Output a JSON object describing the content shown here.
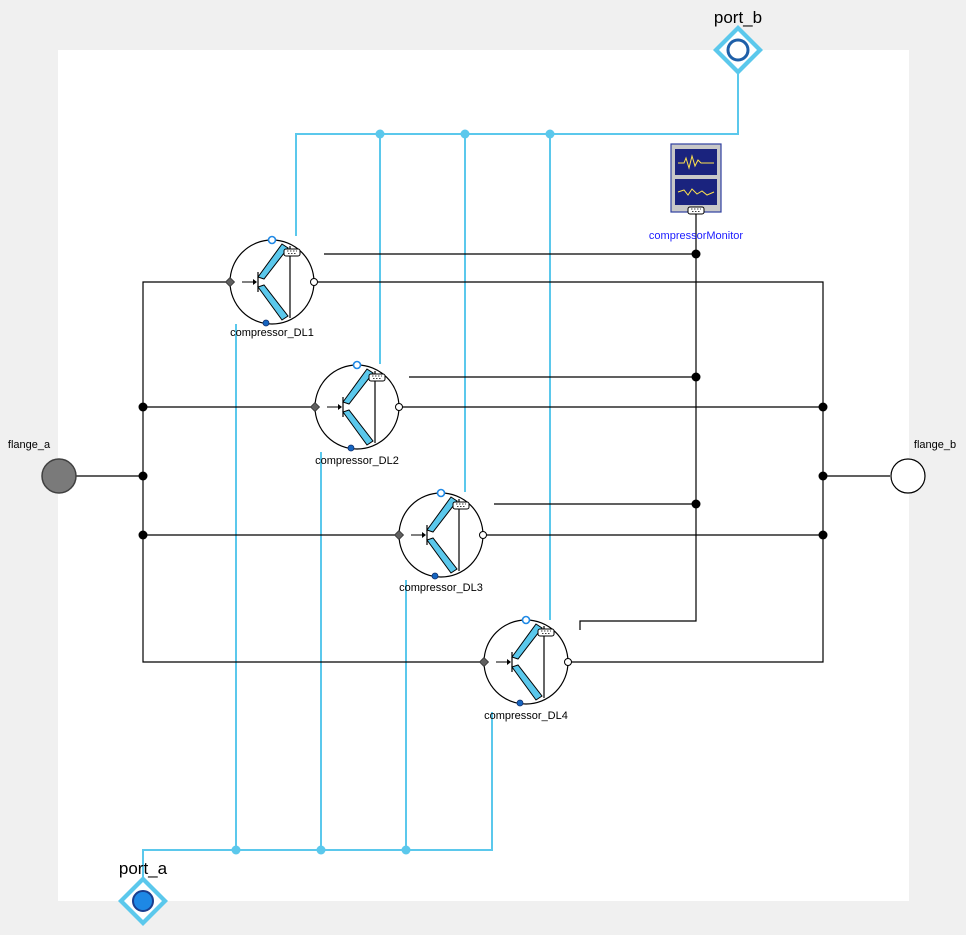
{
  "ports": {
    "port_a": "port_a",
    "port_b": "port_b",
    "flange_a": "flange_a",
    "flange_b": "flange_b"
  },
  "monitor": {
    "label": "compressorMonitor"
  },
  "compressors": [
    {
      "label": "compressor_DL1"
    },
    {
      "label": "compressor_DL2"
    },
    {
      "label": "compressor_DL3"
    },
    {
      "label": "compressor_DL4"
    }
  ],
  "colors": {
    "fluid": "#5bc8ec",
    "mech": "#000000",
    "canvas": "#ffffff",
    "background": "#f0f0f0",
    "monitor_fill": "#1a237e",
    "label_blue": "#1a1aff"
  }
}
